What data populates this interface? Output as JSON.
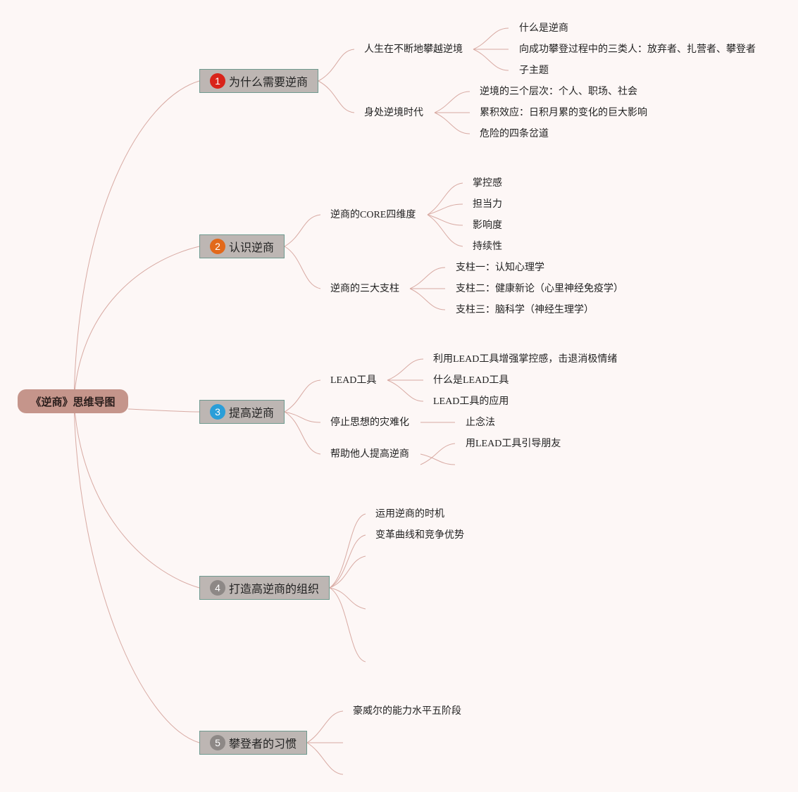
{
  "root": {
    "label": "《逆商》思维导图"
  },
  "colors": {
    "badge_1": "#d9231a",
    "badge_2": "#e2691b",
    "badge_3": "#2a9ed8",
    "badge_4": "#8d8886",
    "badge_5": "#8d8886",
    "line": "#d8aaa3",
    "root_bg": "#c5958b",
    "branch_bg": "#bdb6b3"
  },
  "branches": [
    {
      "num": "1",
      "label": "为什么需要逆商"
    },
    {
      "num": "2",
      "label": "认识逆商"
    },
    {
      "num": "3",
      "label": "提高逆商"
    },
    {
      "num": "4",
      "label": "打造高逆商的组织"
    },
    {
      "num": "5",
      "label": "攀登者的习惯"
    }
  ],
  "b1": {
    "sub1": {
      "label": "人生在不断地攀越逆境",
      "children": [
        "什么是逆商",
        "向成功攀登过程中的三类人：放弃者、扎营者、攀登者",
        "子主题"
      ]
    },
    "sub2": {
      "label": "身处逆境时代",
      "children": [
        "逆境的三个层次：个人、职场、社会",
        "累积效应：日积月累的变化的巨大影响",
        "危险的四条岔道"
      ]
    }
  },
  "b2": {
    "sub1": {
      "label": "逆商的CORE四维度",
      "children": [
        "掌控感",
        "担当力",
        "影响度",
        "持续性"
      ]
    },
    "sub2": {
      "label": "逆商的三大支柱",
      "children": [
        "支柱一：认知心理学",
        "支柱二：健康新论（心里神经免疫学）",
        "支柱三：脑科学（神经生理学）"
      ]
    }
  },
  "b3": {
    "sub1": {
      "label": "LEAD工具",
      "children": [
        "利用LEAD工具增强掌控感，击退消极情绪",
        "什么是LEAD工具",
        "LEAD工具的应用"
      ]
    },
    "sub2": {
      "label": "停止思想的灾难化",
      "children": [
        "止念法"
      ]
    },
    "sub3": {
      "label": "帮助他人提高逆商",
      "children": [
        "用LEAD工具引导朋友"
      ]
    }
  },
  "b4": {
    "children": [
      "运用逆商的时机",
      "变革曲线和竞争优势"
    ]
  },
  "b5": {
    "children": [
      "豪威尔的能力水平五阶段"
    ]
  }
}
